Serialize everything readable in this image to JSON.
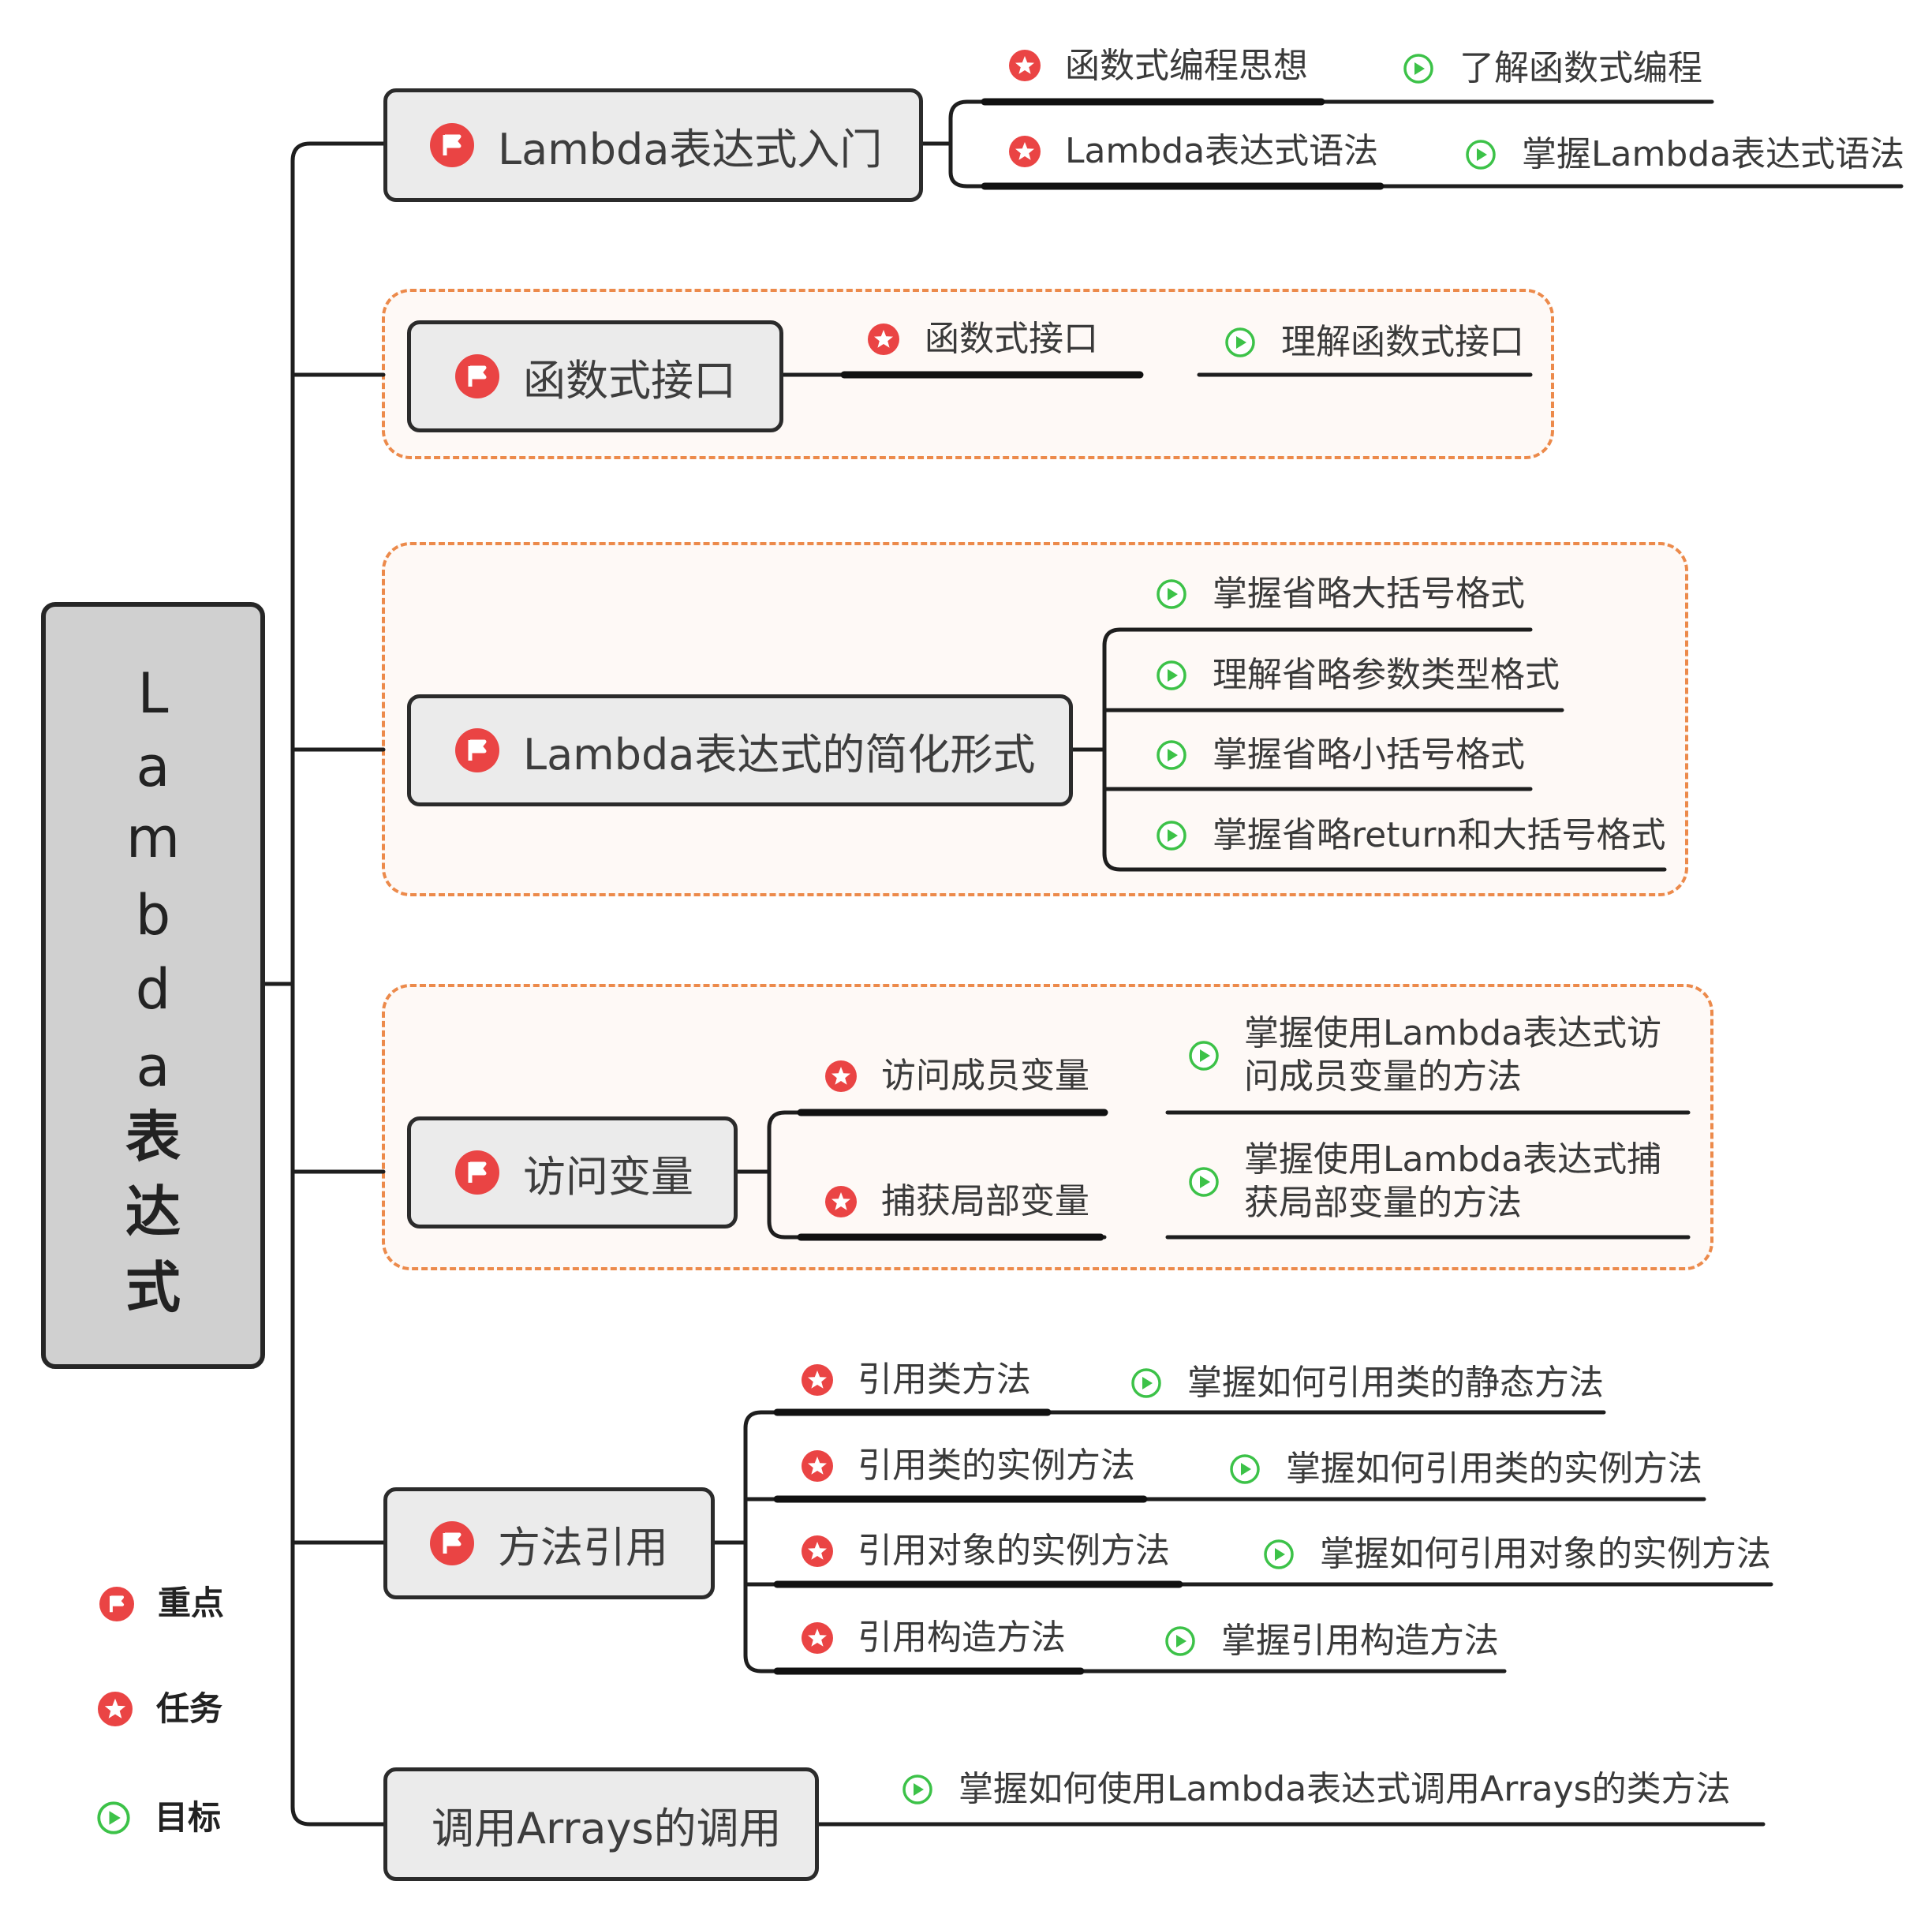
{
  "root": {
    "title": "Lambda表达式"
  },
  "legend": [
    {
      "icon": "flag-icon",
      "label": "重点"
    },
    {
      "icon": "star-icon",
      "label": "任务"
    },
    {
      "icon": "play-icon",
      "label": "目标"
    }
  ],
  "colors": {
    "accent_red": "#ea4444",
    "goal_green": "#3cc248",
    "dash_orange": "#ec8a4b",
    "box_fill": "#ebebeb"
  },
  "branches": [
    {
      "title": "Lambda表达式入门",
      "items": [
        {
          "task": "函数式编程思想",
          "goal": "了解函数式编程"
        },
        {
          "task": "Lambda表达式语法",
          "goal": "掌握Lambda表达式语法"
        }
      ]
    },
    {
      "title": "函数式接口",
      "items": [
        {
          "task": "函数式接口",
          "goal": "理解函数式接口"
        }
      ]
    },
    {
      "title": "Lambda表达式的简化形式",
      "goals": [
        "掌握省略大括号格式",
        "理解省略参数类型格式",
        "掌握省略小括号格式",
        "掌握省略return和大括号格式"
      ]
    },
    {
      "title": "访问变量",
      "items": [
        {
          "task": "访问成员变量",
          "goal": "掌握使用Lambda表达式访问成员变量的方法"
        },
        {
          "task": "捕获局部变量",
          "goal": "掌握使用Lambda表达式捕获局部变量的方法"
        }
      ]
    },
    {
      "title": "方法引用",
      "items": [
        {
          "task": "引用类方法",
          "goal": "掌握如何引用类的静态方法"
        },
        {
          "task": "引用类的实例方法",
          "goal": "掌握如何引用类的实例方法"
        },
        {
          "task": "引用对象的实例方法",
          "goal": "掌握如何引用对象的实例方法"
        },
        {
          "task": "引用构造方法",
          "goal": "掌握引用构造方法"
        }
      ]
    },
    {
      "title": "调用Arrays的调用",
      "goal": "掌握如何使用Lambda表达式调用Arrays的类方法"
    }
  ]
}
